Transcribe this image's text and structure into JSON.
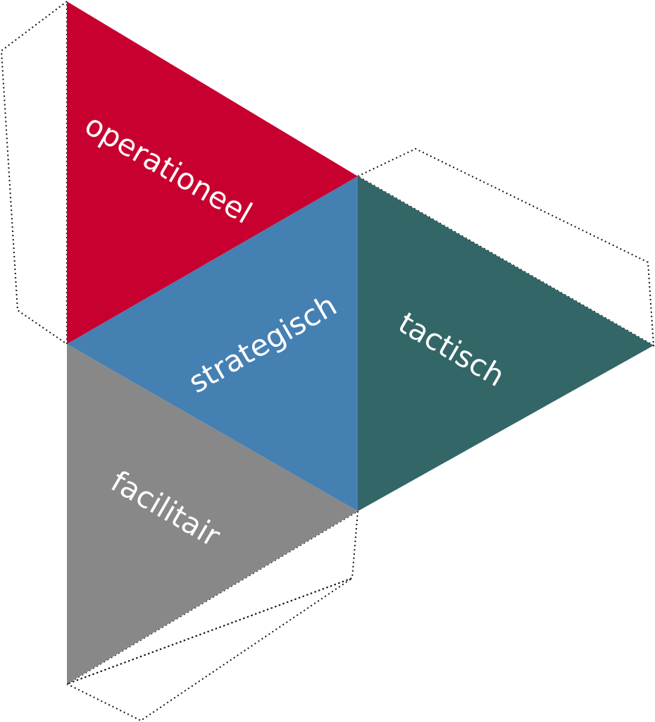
{
  "faces": {
    "top": {
      "label": "operationeel",
      "color": "#C8002F"
    },
    "center": {
      "label": "strategisch",
      "color": "#4580B3"
    },
    "right": {
      "label": "tactisch",
      "color": "#336666"
    },
    "bottom": {
      "label": "facilitair",
      "color": "#888888"
    }
  },
  "flap_style": "dotted"
}
